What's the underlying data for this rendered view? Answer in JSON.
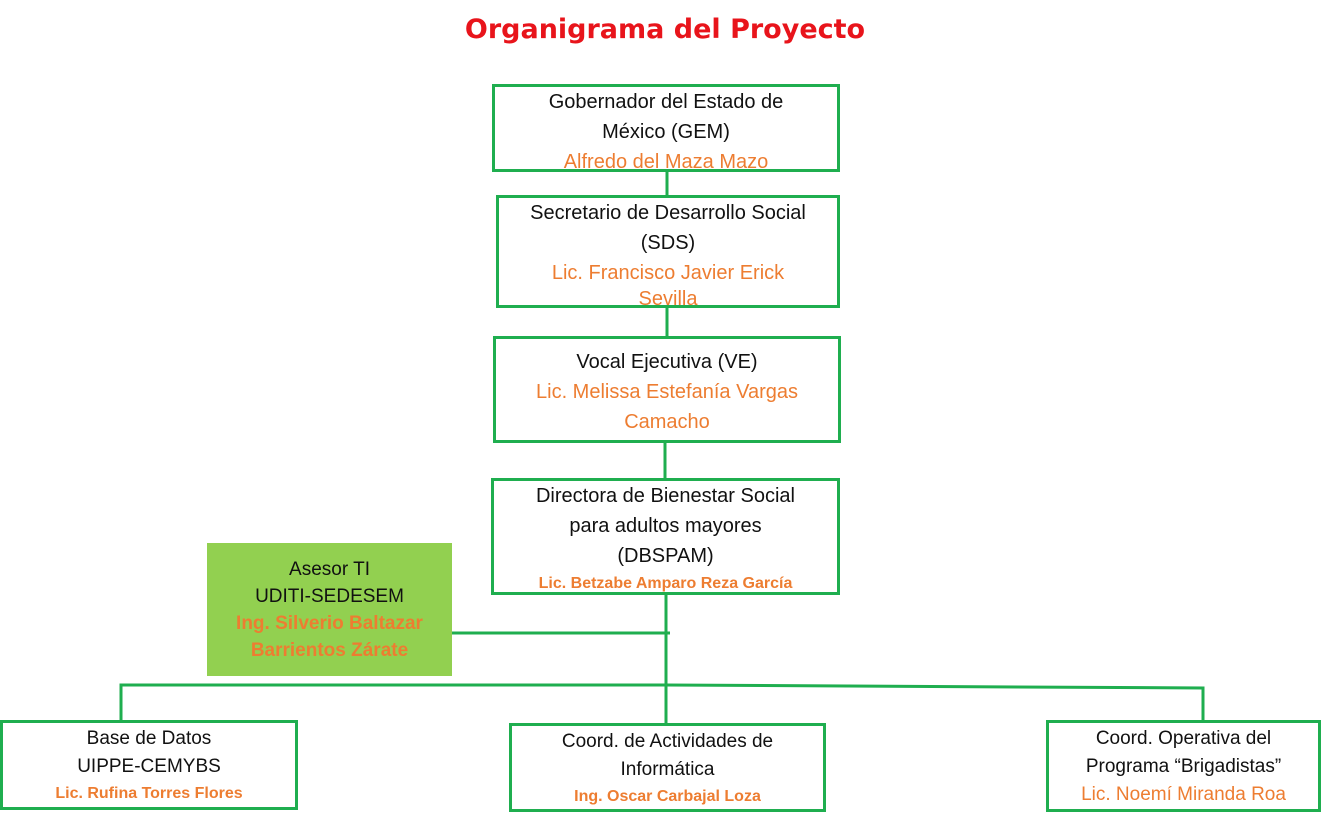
{
  "title": "Organigrama del Proyecto",
  "colors": {
    "title": "#e8141b",
    "border": "#1fae4f",
    "name": "#ed7d31",
    "advisor_fill": "#92d050"
  },
  "nodes": {
    "gem": {
      "role_1": "Gobernador del Estado de",
      "role_2": "México (GEM)",
      "name": "Alfredo del Maza Mazo"
    },
    "sds": {
      "role_1": "Secretario de Desarrollo Social",
      "role_2": "(SDS)",
      "name_1": "Lic. Francisco Javier Erick",
      "name_2": "Sevilla"
    },
    "ve": {
      "role_1": "Vocal Ejecutiva (VE)",
      "name_1": "Lic. Melissa Estefanía Vargas",
      "name_2": "Camacho"
    },
    "dbspam": {
      "role_1": "Directora de Bienestar Social",
      "role_2": "para adultos mayores",
      "role_3": "(DBSPAM)",
      "name": "Lic. Betzabe Amparo Reza García"
    },
    "advisor": {
      "role_1": "Asesor TI",
      "role_2": "UDITI-SEDESEM",
      "name_1": "Ing. Silverio Baltazar",
      "name_2": "Barrientos Zárate"
    },
    "db": {
      "role_1": "Base de Datos",
      "role_2": "UIPPE-CEMYBS",
      "name": "Lic. Rufina Torres Flores"
    },
    "it": {
      "role_1": "Coord. de Actividades de",
      "role_2": "Informática",
      "name": "Ing. Oscar Carbajal Loza"
    },
    "ops": {
      "role_1": "Coord. Operativa del",
      "role_2": "Programa “Brigadistas”",
      "name": "Lic. Noemí Miranda Roa"
    }
  }
}
